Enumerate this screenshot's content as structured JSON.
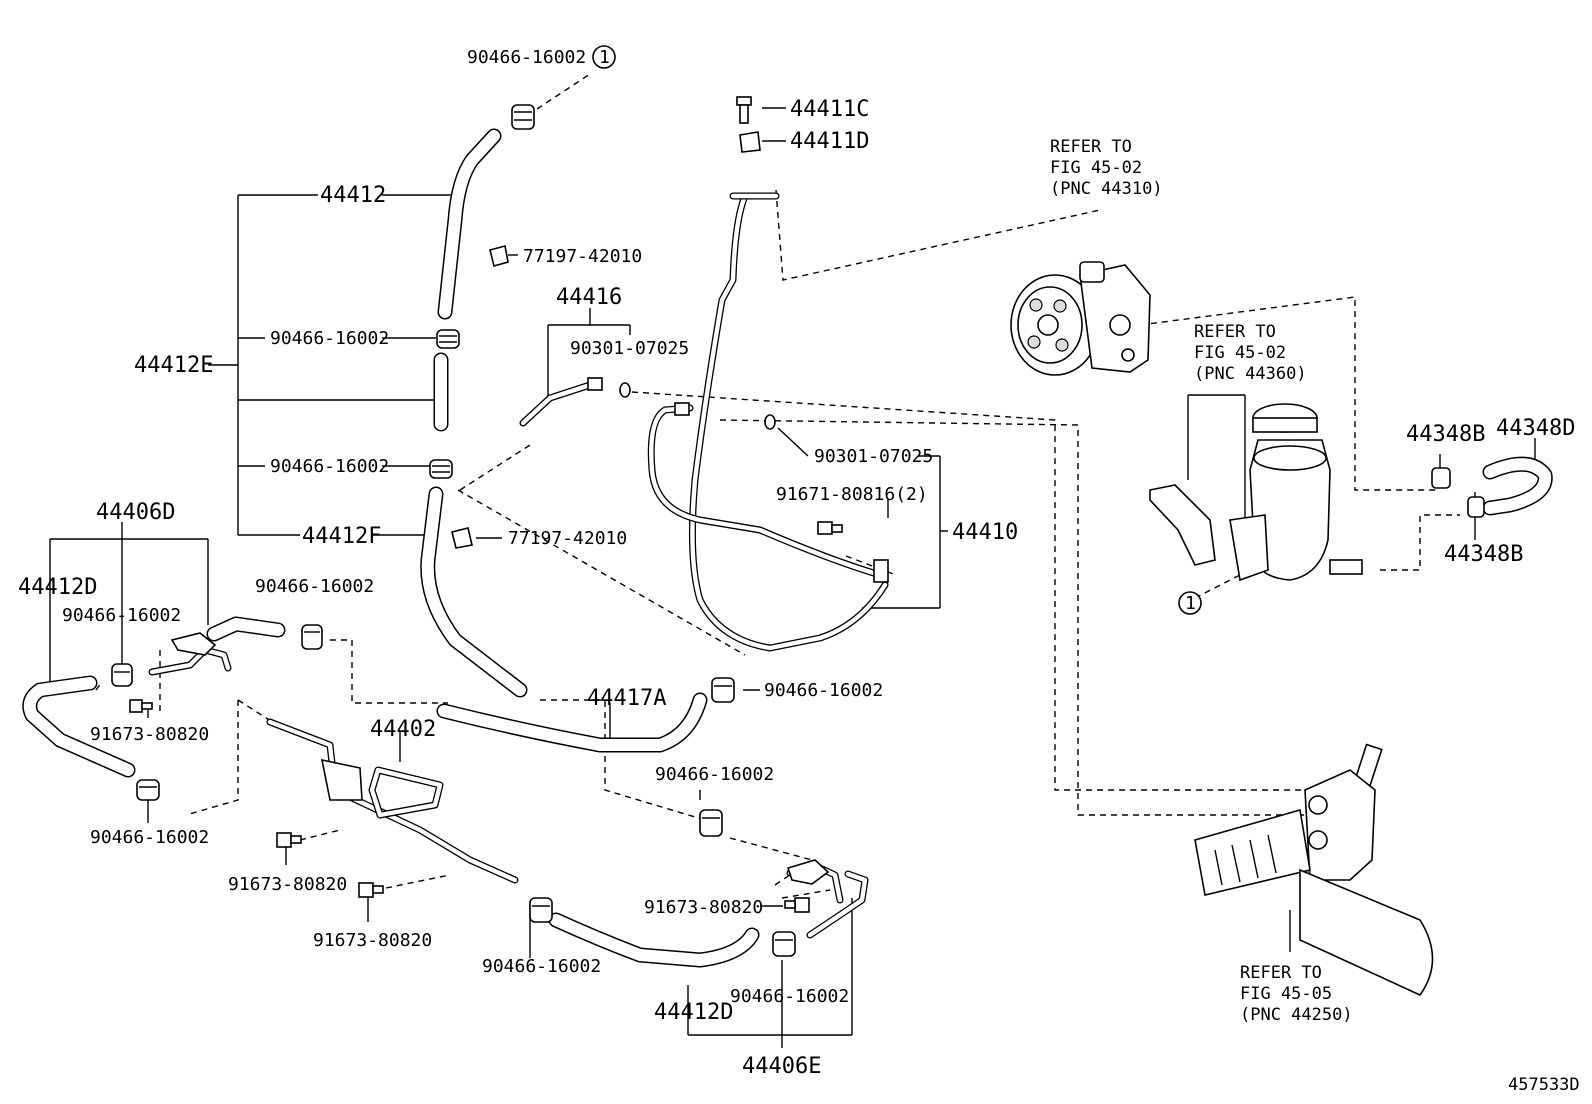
{
  "labels": {
    "clip_top": "90466-16002",
    "circle_ref": "1",
    "p44412": "44412",
    "p77197_a": "77197-42010",
    "p44412E": "44412E",
    "clip_e1": "90466-16002",
    "clip_e2": "90466-16002",
    "p44412F": "44412F",
    "p77197_b": "77197-42010",
    "p44416": "44416",
    "oring_a": "90301-07025",
    "oring_b": "90301-07025",
    "p44411C": "44411C",
    "p44411D": "44411D",
    "bolt_2": "91671-80816(2)",
    "p44410": "44410",
    "p44406D": "44406D",
    "p44412D_left": "44412D",
    "clip_l1": "90466-16002",
    "bolt_l1": "91673-80820",
    "clip_l2": "90466-16002",
    "clip_m1": "90466-16002",
    "p44402": "44402",
    "bolt_m1": "91673-80820",
    "bolt_m2": "91673-80820",
    "p44417A": "44417A",
    "clip_r1": "90466-16002",
    "clip_r2": "90466-16002",
    "bolt_r1": "91673-80820",
    "clip_b1": "90466-16002",
    "clip_b2": "90466-16002",
    "p44412D_bottom": "44412D",
    "p44406E": "44406E",
    "p44348B_a": "44348B",
    "p44348D": "44348D",
    "p44348B_b": "44348B",
    "circle_ref_b": "1",
    "diagram_id": "457533D"
  },
  "refer_pump": [
    "REFER TO",
    "FIG 45-02",
    "(PNC 44310)"
  ],
  "refer_tank": [
    "REFER TO",
    "FIG 45-02",
    "(PNC 44360)"
  ],
  "refer_gear": [
    "REFER TO",
    "FIG 45-05",
    "(PNC 44250)"
  ]
}
